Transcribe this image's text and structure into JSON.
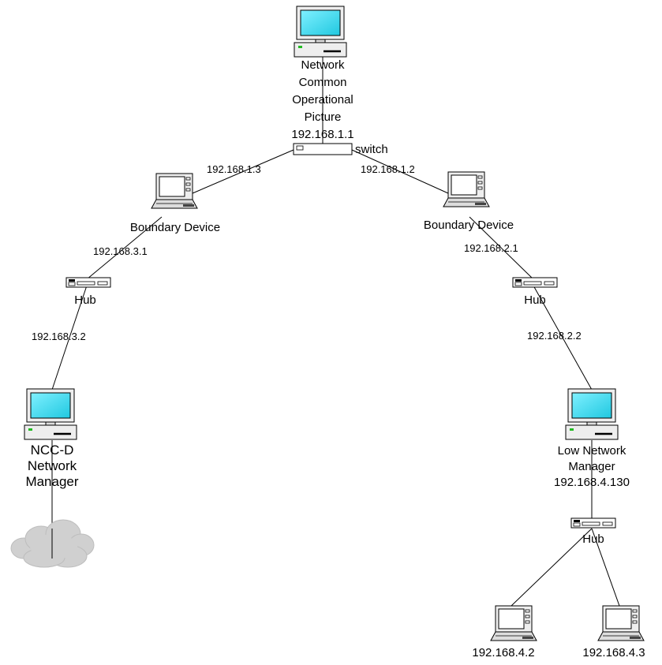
{
  "diagram": {
    "nccp": {
      "lines": [
        "Network",
        "Common",
        "Operational",
        "Picture"
      ],
      "ip": "192.168.1.1",
      "icon": "desktop-computer-icon"
    },
    "switch": {
      "label": "switch",
      "icon": "switch-icon"
    },
    "links": {
      "switch_left": "192.168.1.3",
      "switch_right": "192.168.1.2",
      "left_bd_hub": "192.168.3.1",
      "left_hub_ncc": "192.168.3.2",
      "right_bd_hub": "192.168.2.1",
      "right_hub_lnm": "192.168.2.2"
    },
    "left_boundary": {
      "label": "Boundary Device",
      "icon": "laptop-icon"
    },
    "right_boundary": {
      "label": "Boundary Device",
      "icon": "laptop-icon"
    },
    "left_hub": {
      "label": "Hub",
      "icon": "hub-icon"
    },
    "right_hub": {
      "label": "Hub",
      "icon": "hub-icon"
    },
    "ncc_d": {
      "lines": [
        "NCC-D",
        "Network",
        "Manager"
      ],
      "icon": "desktop-computer-icon"
    },
    "cloud": {
      "icon": "cloud-icon"
    },
    "low_nm": {
      "lines": [
        "Low Network",
        "Manager"
      ],
      "ip": "192.168.4.130",
      "icon": "desktop-computer-icon"
    },
    "bottom_hub": {
      "label": "Hub",
      "icon": "hub-icon"
    },
    "client1": {
      "ip": "192.168.4.2",
      "icon": "laptop-icon"
    },
    "client2": {
      "ip": "192.168.4.3",
      "icon": "laptop-icon"
    },
    "colors": {
      "screen": "#33ddee",
      "monitor": "#eeeeee",
      "outline": "#000000",
      "led": "#22bb22",
      "cloud": "#d0d0d0"
    }
  }
}
